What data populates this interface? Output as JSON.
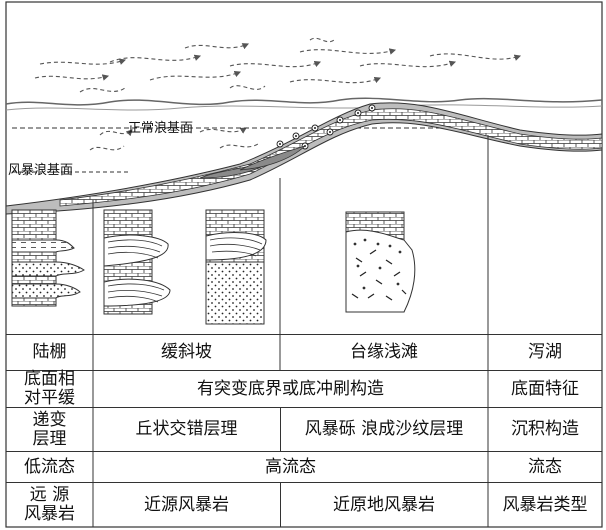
{
  "labels": {
    "normal_wave_base": "正常浪基面",
    "storm_wave_base": "风暴浪基面"
  },
  "zones": [
    "陆棚",
    "缓斜坡",
    "台缘浅滩",
    "泻湖"
  ],
  "table": {
    "row1": {
      "c1": "底面相\n对平缓",
      "c2": "有突变底界或底冲刷构造",
      "c3": "底面特征"
    },
    "row2": {
      "c1": "递变\n层理",
      "c2a": "丘状交错层理",
      "c2b": "风暴砾 浪成沙纹层理",
      "c3": "沉积构造"
    },
    "row3": {
      "c1": "低流态",
      "c2": "高流态",
      "c3": "流态"
    },
    "row4": {
      "c1": "远  源\n风暴岩",
      "c2a": "近源风暴岩",
      "c2b": "近原地风暴岩",
      "c3": "风暴岩类型"
    }
  },
  "colors": {
    "line": "#333333",
    "shelf_fill": "#bdbdbd",
    "water_dash": "#555555"
  }
}
